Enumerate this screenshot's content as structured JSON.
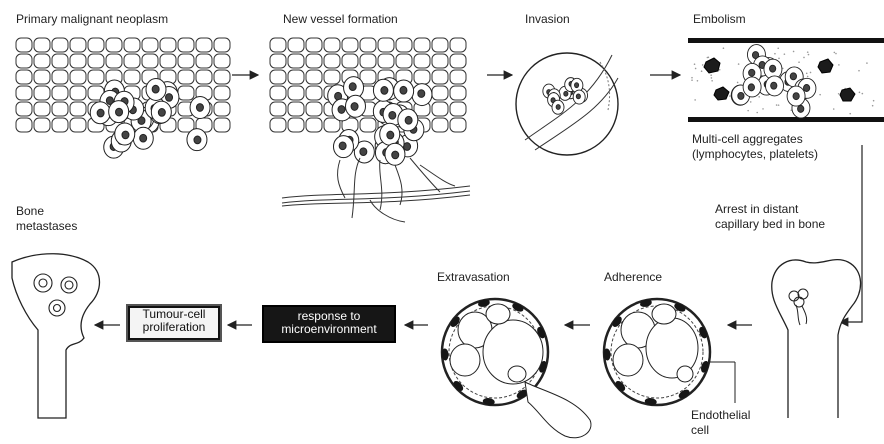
{
  "labels": {
    "primary": "Primary malignant neoplasm",
    "vessel": "New vessel formation",
    "invasion": "Invasion",
    "embolism": "Embolism",
    "aggregates_line1": "Multi-cell aggregates",
    "aggregates_line2": "(lymphocytes, platelets)",
    "arrest_line1": "Arrest in distant",
    "arrest_line2": "capillary bed in bone",
    "adherence": "Adherence",
    "extravasation": "Extravasation",
    "endothelial_line1": "Endothelial",
    "endothelial_line2": "cell",
    "bone_line1": "Bone",
    "bone_line2": "metastases"
  },
  "boxes": {
    "proliferation_line1": "Tumour-cell",
    "proliferation_line2": "proliferation",
    "response_line1": "response to",
    "response_line2": "microenvironment"
  }
}
